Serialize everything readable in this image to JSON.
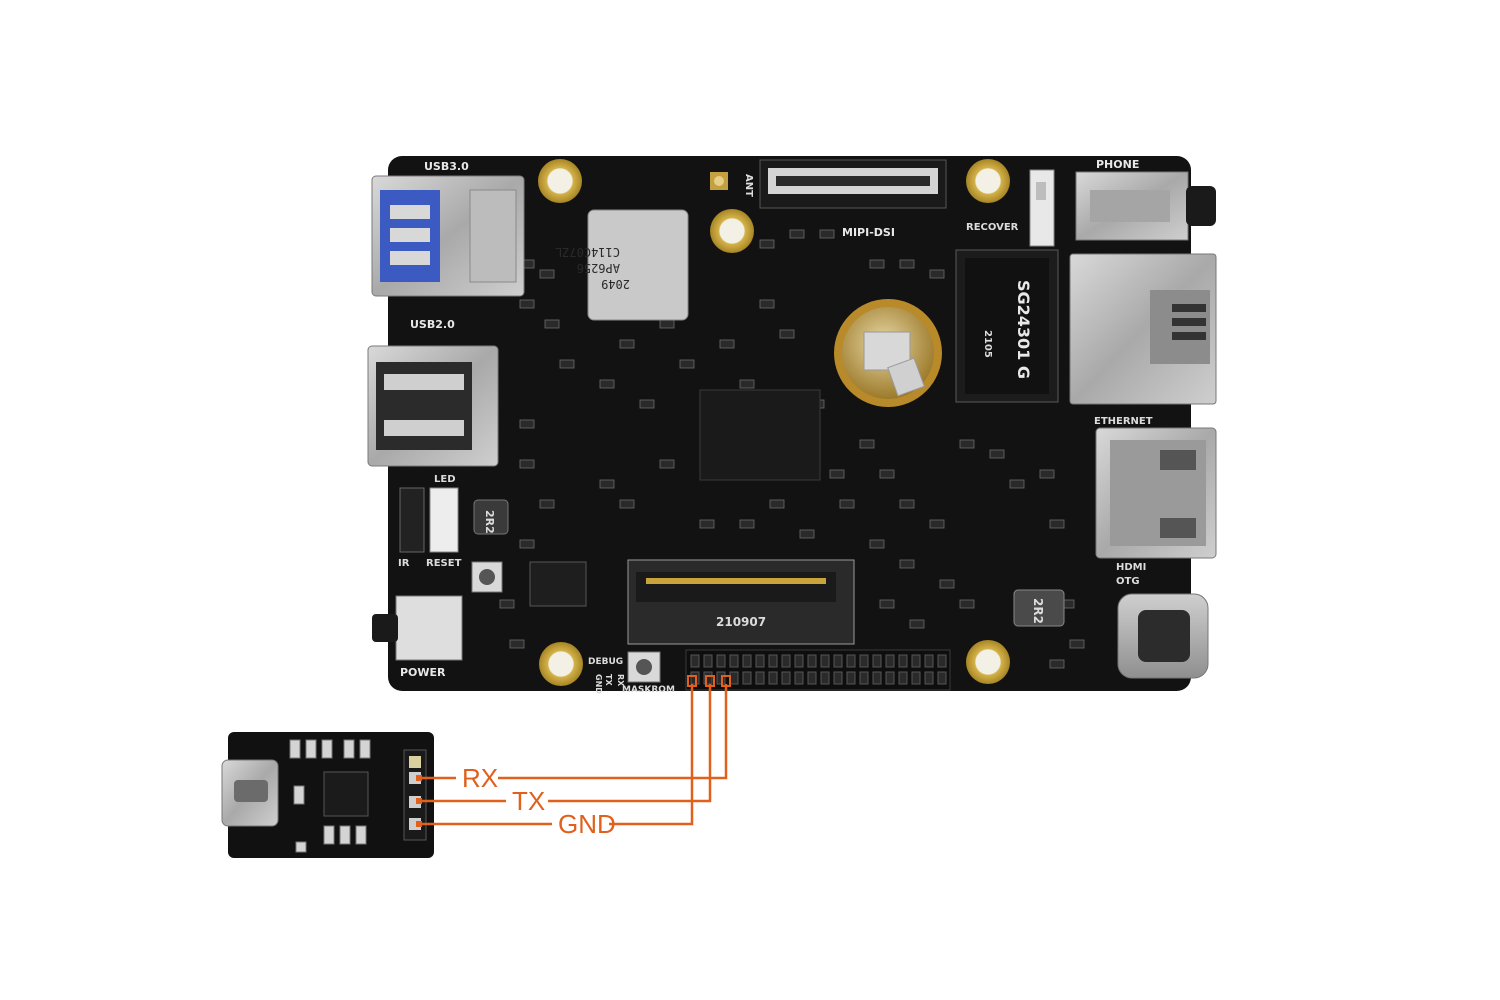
{
  "board": {
    "labels": {
      "usb3": "USB3.0",
      "usb2": "USB2.0",
      "ant": "ANT",
      "mipi_dsi": "MIPI-DSI",
      "recover": "RECOVER",
      "phone": "PHONE",
      "ethernet": "ETHERNET",
      "hdmi": "HDMI",
      "otg": "OTG",
      "led": "LED",
      "ir": "IR",
      "reset": "RESET",
      "power": "POWER",
      "debug": "DEBUG",
      "maskrom": "MASKROM",
      "pin_gnd": "GND",
      "pin_tx": "TX",
      "pin_rx": "RX"
    },
    "wifi_module": {
      "line1": "AP6256",
      "line2": "C114C07ZL",
      "line3": "2049"
    },
    "eth_transformer": {
      "line1": "SG24301 G",
      "line2": "2105"
    },
    "inductor_left": "2R2",
    "inductor_right": "2R2",
    "m2_slot": "210907"
  },
  "connections": [
    {
      "label": "RX"
    },
    {
      "label": "TX"
    },
    {
      "label": "GND"
    }
  ],
  "colors": {
    "wire": "#e0601c",
    "pcb": "#121212",
    "gold": "#c9a43a",
    "metal": "#b8b8b8"
  }
}
